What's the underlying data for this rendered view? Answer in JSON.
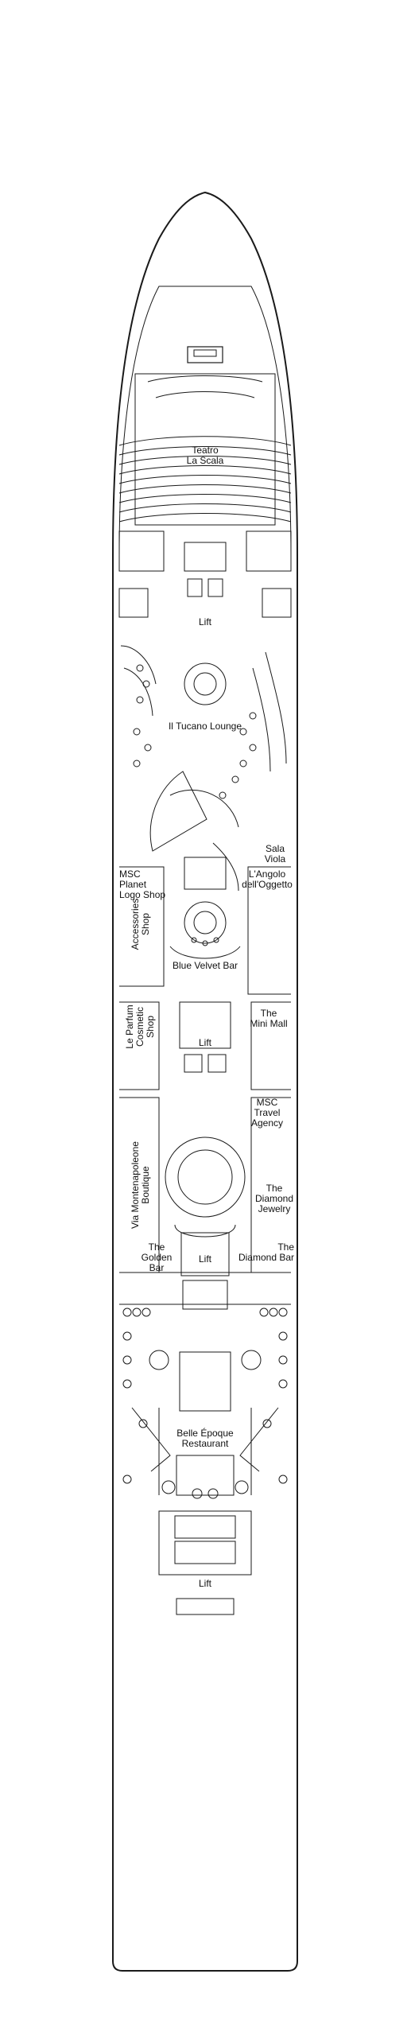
{
  "deck": {
    "venues": {
      "teatro_la_scala": [
        "Teatro",
        "La Scala"
      ],
      "il_tucano_lounge": [
        "Il Tucano Lounge"
      ],
      "sala_viola": [
        "Sala",
        "Viola"
      ],
      "msc_planet_logo_shop": [
        "MSC",
        "Planet",
        "Logo Shop"
      ],
      "langolo_delloggetto": [
        "L'Angolo",
        "dell'Oggetto"
      ],
      "accessories_shop": [
        "Accessories",
        "Shop"
      ],
      "blue_velvet_bar": [
        "Blue Velvet Bar"
      ],
      "le_parfum_cosmetic_shop": [
        "Le Parfum",
        "Cosmetic",
        "Shop"
      ],
      "the_mini_mall": [
        "The",
        "Mini Mall"
      ],
      "msc_travel_agency": [
        "MSC",
        "Travel",
        "Agency"
      ],
      "via_montenapoleone_boutique": [
        "Via Montenapoleone",
        "Boutique"
      ],
      "the_diamond_jewelry": [
        "The",
        "Diamond",
        "Jewelry"
      ],
      "the_golden_bar": [
        "The",
        "Golden",
        "Bar"
      ],
      "the_diamond_bar": [
        "The",
        "Diamond Bar"
      ],
      "belle_epoque_restaurant": [
        "Belle Époque",
        "Restaurant"
      ]
    },
    "lifts": [
      "Lift",
      "Lift",
      "Lift",
      "Lift"
    ]
  },
  "colors": {
    "line": "#1a1a1a",
    "background": "#ffffff"
  }
}
